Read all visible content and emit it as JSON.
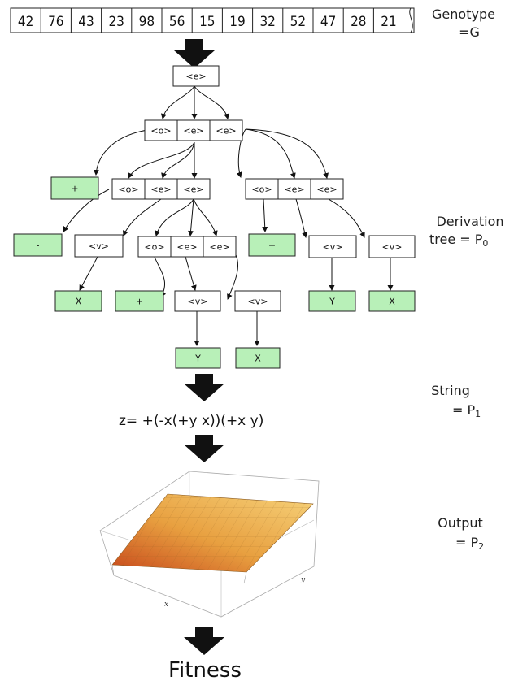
{
  "genotype": {
    "codons": [
      "42",
      "76",
      "43",
      "23",
      "98",
      "56",
      "15",
      "19",
      "32",
      "52",
      "47",
      "28",
      "21"
    ],
    "label_line1": "Genotype",
    "label_line2": "=G"
  },
  "tree": {
    "root": "<e>",
    "level1": [
      "<o>",
      "<e>",
      "<e>"
    ],
    "left_subtree": [
      "<o>",
      "<e>",
      "<e>"
    ],
    "right_subtree": [
      "<o>",
      "<e>",
      "<e>"
    ],
    "left_terminal_plus": "+",
    "minus_terminal": "-",
    "var_node": "<v>",
    "mid_subtree": [
      "<o>",
      "<e>",
      "<e>"
    ],
    "right_plus": "+",
    "right_var1": "<v>",
    "right_var2": "<v>",
    "row4": [
      "X",
      "+",
      "<v>",
      "<v>",
      "Y",
      "X"
    ],
    "row5": [
      "Y",
      "X"
    ],
    "label_line1": "Derivation",
    "label_line2": "tree = P",
    "label_sub": "0"
  },
  "string": {
    "expression": "z= +(-x(+y x))(+x y)",
    "label_line1": "String",
    "label_line2": "= P",
    "label_sub": "1"
  },
  "output": {
    "label_line1": "Output",
    "label_line2": "= P",
    "label_sub": "2",
    "axis_x": "x",
    "axis_y": "y"
  },
  "fitness": {
    "label": "Fitness"
  },
  "colors": {
    "terminal_fill": "#b8f0b8",
    "nonterminal_fill": "#ffffff",
    "stroke": "#222222",
    "arrow": "#111111"
  }
}
